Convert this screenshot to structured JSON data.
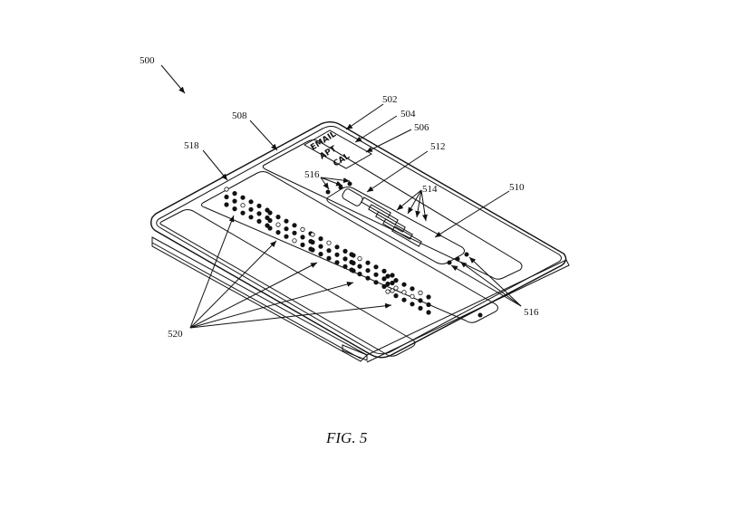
{
  "labels": {
    "fig_number": "500",
    "screen_display": "502",
    "label_504": "504",
    "label_506": "506",
    "label_508": "508",
    "label_510": "510",
    "label_512": "512",
    "label_514": "514",
    "label_516_top": "516",
    "label_516_right": "516",
    "label_518": "518",
    "label_520": "520"
  },
  "screen_text": {
    "line1": "EMAIL",
    "line2": "APT",
    "line3": "CAL"
  },
  "caption": "FIG. 5"
}
